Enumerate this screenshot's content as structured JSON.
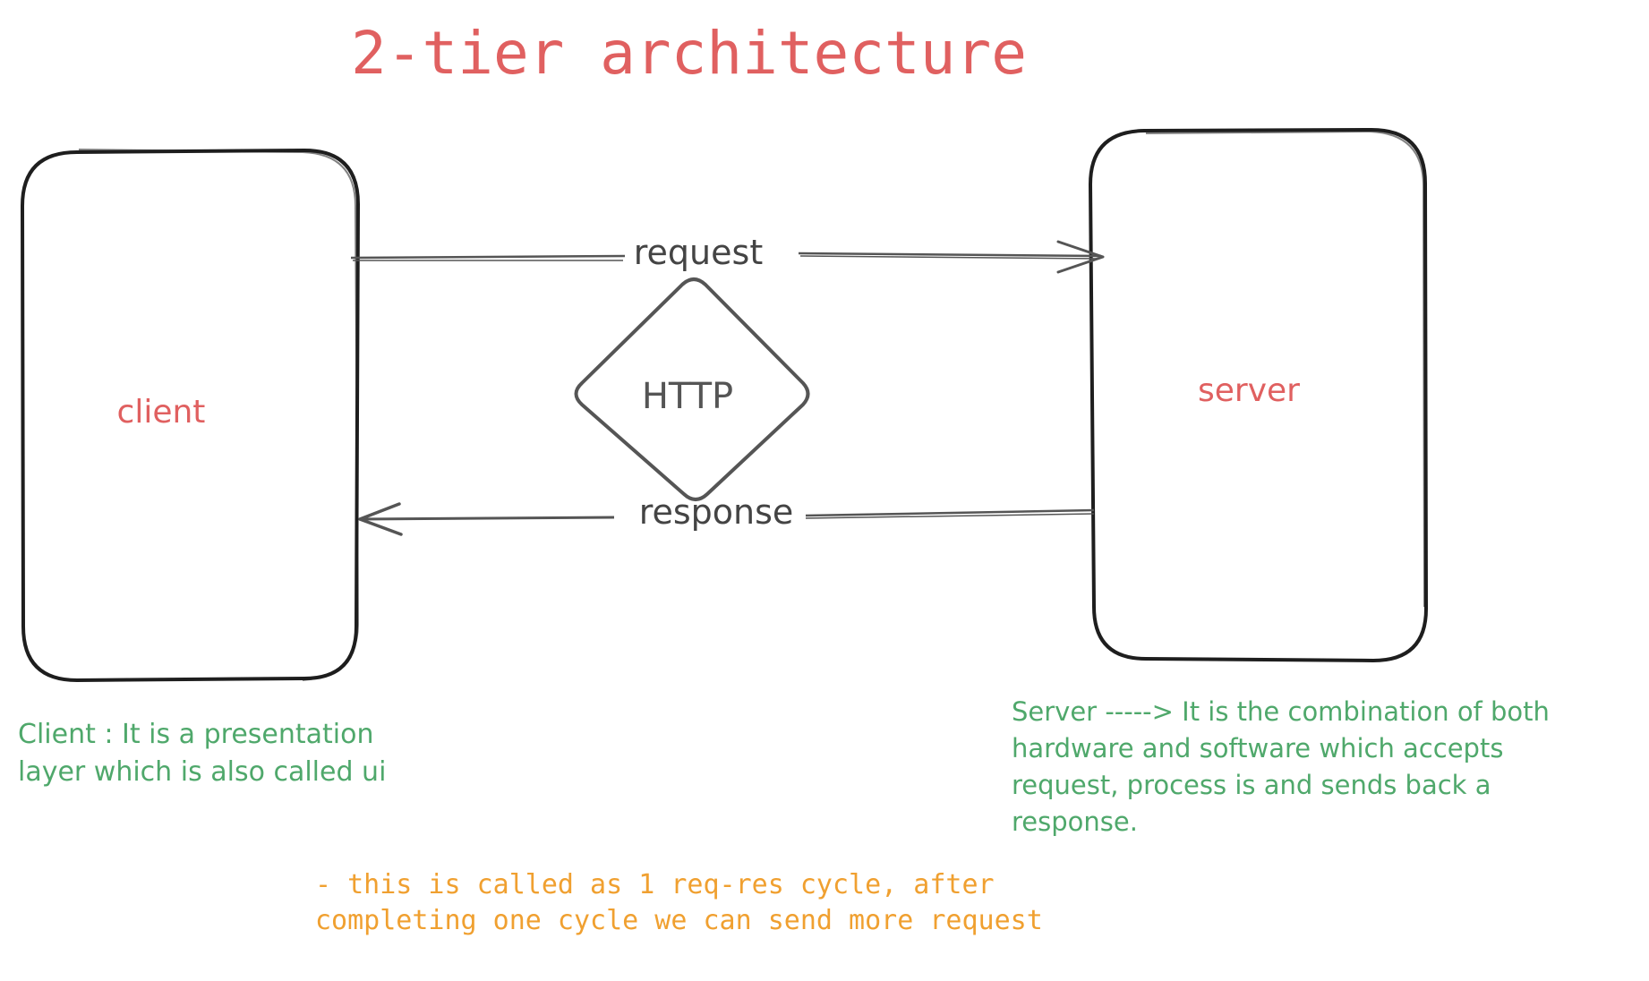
{
  "diagram": {
    "title": "2-tier architecture",
    "client_label": "client",
    "server_label": "server",
    "protocol_label": "HTTP",
    "request_label": "request",
    "response_label": "response"
  },
  "notes": {
    "client_note": [
      "Client : It is a presentation",
      "layer which is also called ui"
    ],
    "server_note": [
      "Server -----> It is the combination of both",
      "hardware and software which accepts",
      "request, process is and sends back a",
      "response."
    ],
    "cycle_note": [
      "- this is called as 1 req-res cycle, after",
      "completing one cycle we can send more request"
    ]
  },
  "colors": {
    "title": "#e06060",
    "box_label": "#e06060",
    "stroke": "#1e1e1e",
    "connector": "#555555",
    "note_green": "#4fa86b",
    "note_orange": "#f0a030"
  }
}
